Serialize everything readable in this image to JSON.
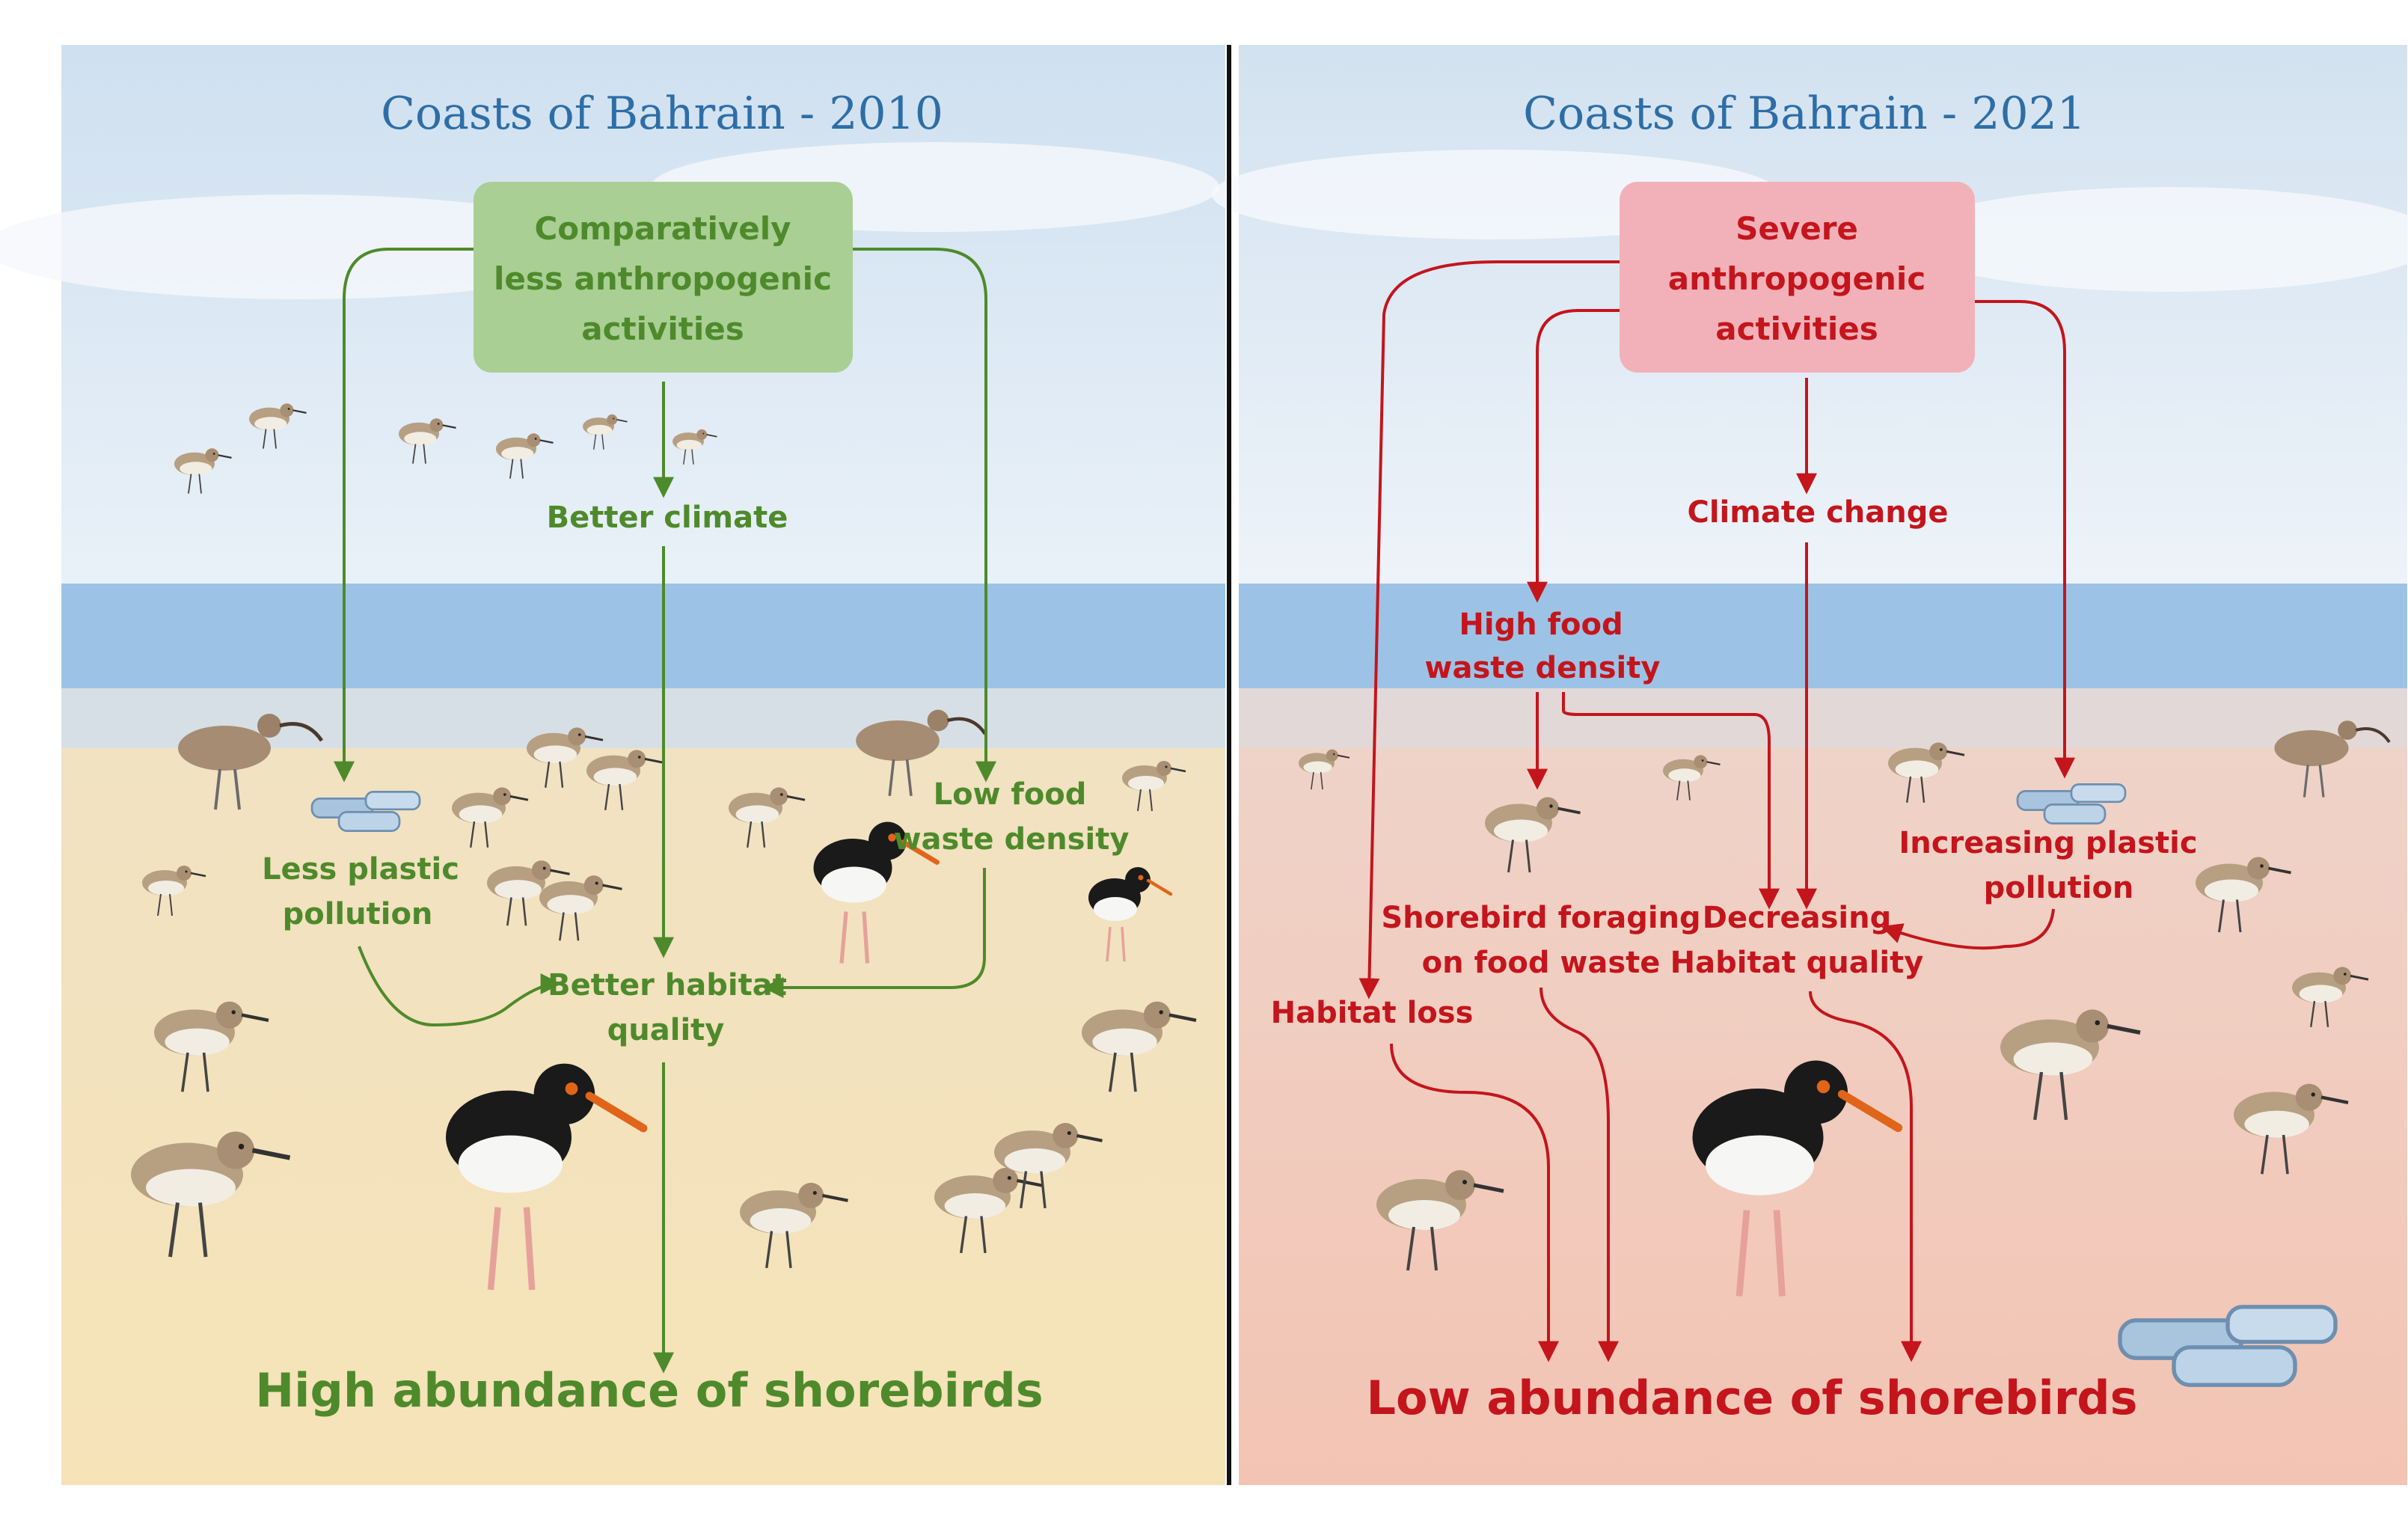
{
  "colors": {
    "green": "#4e8a2b",
    "green_box": "#a9cf94",
    "red": "#c4151c",
    "red_box": "#f2b1b9",
    "title_blue": "#2e6ea6",
    "sky": "#dde9f4",
    "sea": "#9cc3e6",
    "sand_left": "#f5e0b4",
    "sand_right": "#f4c7b7"
  },
  "left_panel": {
    "title": "Coasts of Bahrain - 2010",
    "driver": [
      "Comparatively",
      "less anthropogenic",
      "activities"
    ],
    "climate": "Better climate",
    "plastic": [
      "Less plastic",
      "pollution"
    ],
    "food_waste": [
      "Low food",
      "waste density"
    ],
    "habitat": [
      "Better habitat",
      "quality"
    ],
    "outcome": "High abundance of shorebirds"
  },
  "right_panel": {
    "title": "Coasts of Bahrain - 2021",
    "driver": [
      "Severe",
      "anthropogenic",
      "activities"
    ],
    "climate": "Climate change",
    "food_waste": [
      "High food",
      "waste density"
    ],
    "plastic": [
      "Increasing plastic",
      "pollution"
    ],
    "foraging": [
      "Shorebird foraging",
      "on food waste"
    ],
    "habitat": [
      "Decreasing",
      "Habitat quality"
    ],
    "habitat_loss": "Habitat loss",
    "outcome": "Low abundance of shorebirds"
  },
  "icons": [
    "shorebird-icon",
    "oystercatcher-icon",
    "curlew-icon",
    "plastic-bottles-icon"
  ]
}
